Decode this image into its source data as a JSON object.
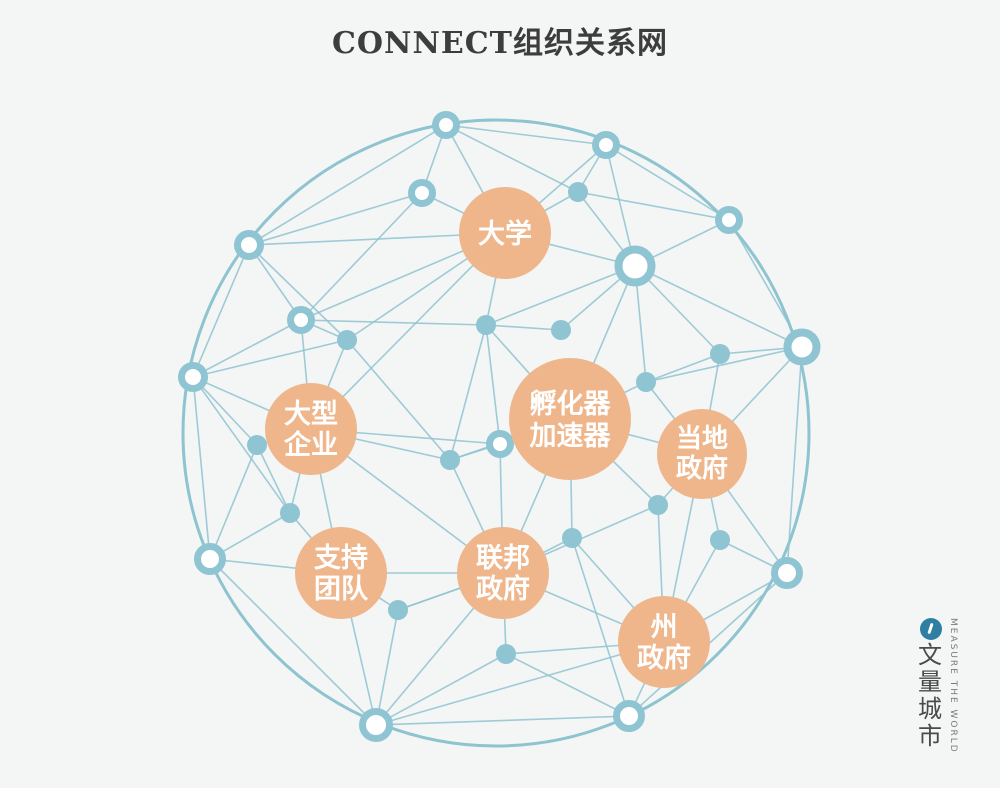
{
  "title": "CONNECT组织关系网",
  "colors": {
    "background": "#f4f5f5",
    "line": "#8ec3d0",
    "ring": "#8fc4d3",
    "node_fill": "#efb68c",
    "node_text": "#ffffff",
    "title": "#3d3d3d"
  },
  "nodes": {
    "university": "大学",
    "enterprise": [
      "大型",
      "企业"
    ],
    "incubator": [
      "孵化器",
      "加速器"
    ],
    "local_gov": [
      "当地",
      "政府"
    ],
    "support": [
      "支持",
      "团队"
    ],
    "federal_gov": [
      "联邦",
      "政府"
    ],
    "state_gov": [
      "州",
      "政府"
    ]
  },
  "brand": {
    "name": "文量城市",
    "slogan": "MEASURE THE WORLD"
  }
}
